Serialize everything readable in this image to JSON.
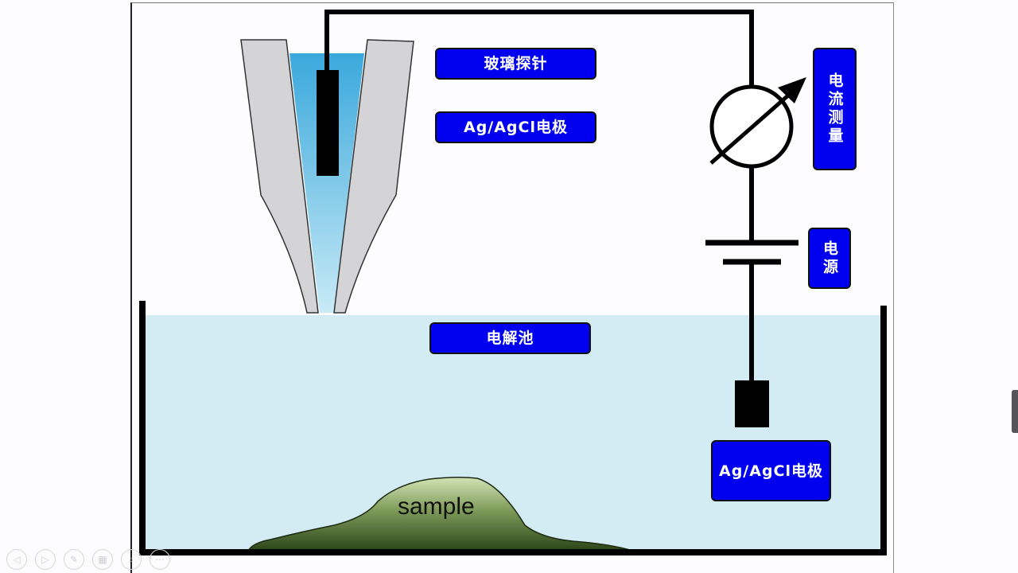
{
  "labels": {
    "glass_probe": "玻璃探针",
    "probe_electrode": "Ag/AgCl电极",
    "current_measurement": "电流测量",
    "power_source": "电源",
    "electrolytic_cell": "电解池",
    "reference_electrode": "Ag/AgCl电极",
    "sample": "sample"
  },
  "colors": {
    "label_bg": "#0000ee",
    "label_text": "#ffffff",
    "solution": "#d3ebf2",
    "probe_glass": "#d4d4d6",
    "probe_fill": "#4fb3dd",
    "sample_top": "#c8dca8",
    "sample_bottom": "#2f4a1c",
    "wire": "#000000"
  },
  "nav_controls": [
    {
      "name": "previous-slide",
      "glyph": "◁"
    },
    {
      "name": "next-slide",
      "glyph": "▷"
    },
    {
      "name": "pen",
      "glyph": "✎"
    },
    {
      "name": "slides-overview",
      "glyph": "▦"
    },
    {
      "name": "zoom",
      "glyph": "⌕"
    },
    {
      "name": "more",
      "glyph": "⋯"
    }
  ]
}
